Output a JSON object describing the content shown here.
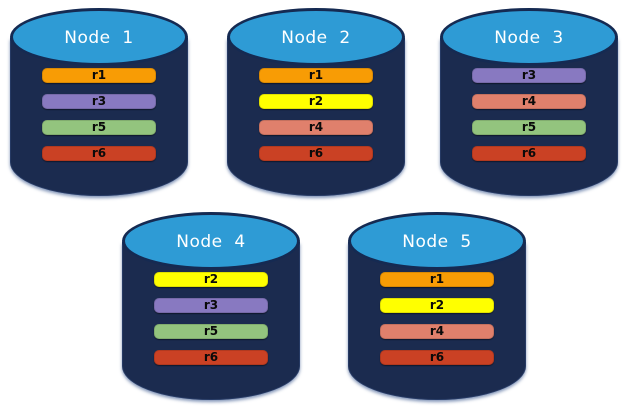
{
  "figure": {
    "description_hint": "five database cylinders with replica bars",
    "canvas_background": "#FFFFFF"
  },
  "colors": {
    "canvas_background": "#FFFFFF",
    "cylinder_body": "#1B2B4F",
    "cylinder_top_fill": "#2E9BD5",
    "cylinder_outline": "#152A52",
    "cylinder_bottom_edge": "#6C82AC",
    "title_text": "#FFFFFF",
    "replica_label_text": "#0A0A0A",
    "replica_colors": {
      "r1": "#F89C05",
      "r2": "#FFFF00",
      "r3": "#8879C1",
      "r4": "#E0806C",
      "r5": "#93C47E",
      "r6": "#CA4124"
    }
  },
  "nodes": [
    {
      "title": "Node  1",
      "replicas": [
        "r1",
        "r3",
        "r5",
        "r6"
      ]
    },
    {
      "title": "Node  2",
      "replicas": [
        "r1",
        "r2",
        "r4",
        "r6"
      ]
    },
    {
      "title": "Node  3",
      "replicas": [
        "r3",
        "r4",
        "r5",
        "r6"
      ]
    },
    {
      "title": "Node  4",
      "replicas": [
        "r2",
        "r3",
        "r5",
        "r6"
      ]
    },
    {
      "title": "Node  5",
      "replicas": [
        "r1",
        "r2",
        "r4",
        "r6"
      ]
    }
  ]
}
